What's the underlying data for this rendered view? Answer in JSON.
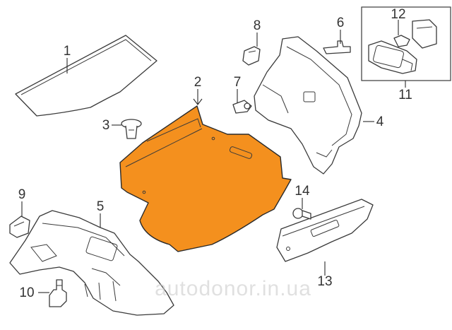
{
  "callouts": {
    "c1": "1",
    "c2": "2",
    "c3": "3",
    "c4": "4",
    "c5": "5",
    "c6": "6",
    "c7": "7",
    "c8": "8",
    "c9": "9",
    "c10": "10",
    "c11": "11",
    "c12": "12",
    "c13": "13",
    "c14": "14"
  },
  "watermark": "autodonor.in.ua",
  "colors": {
    "highlight": "#f4901e",
    "line": "#3a3a3a",
    "background": "#ffffff"
  }
}
